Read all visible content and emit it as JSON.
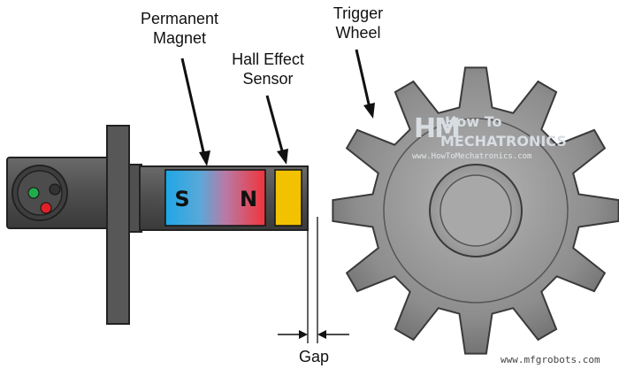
{
  "labels": {
    "permanent_magnet_line1": "Permanent",
    "permanent_magnet_line2": "Magnet",
    "hall_sensor_line1": "Hall Effect",
    "hall_sensor_line2": "Sensor",
    "trigger_wheel_line1": "Trigger",
    "trigger_wheel_line2": "Wheel",
    "gap": "Gap"
  },
  "magnet_poles": {
    "south": "S",
    "north": "N"
  },
  "watermark": {
    "logo_line1": "How To",
    "logo_line2": "Mechatronics",
    "url": "www.HowToMechatronics.com"
  },
  "credit": "www.mfgrobots.com",
  "colors": {
    "magnet_south": "#29aae1",
    "magnet_north": "#ed3237",
    "hall_sensor": "#f2c200",
    "sensor_body": "#5a5a5a",
    "wheel": "#8c8c8c"
  },
  "trigger_wheel": {
    "teeth": 12
  }
}
